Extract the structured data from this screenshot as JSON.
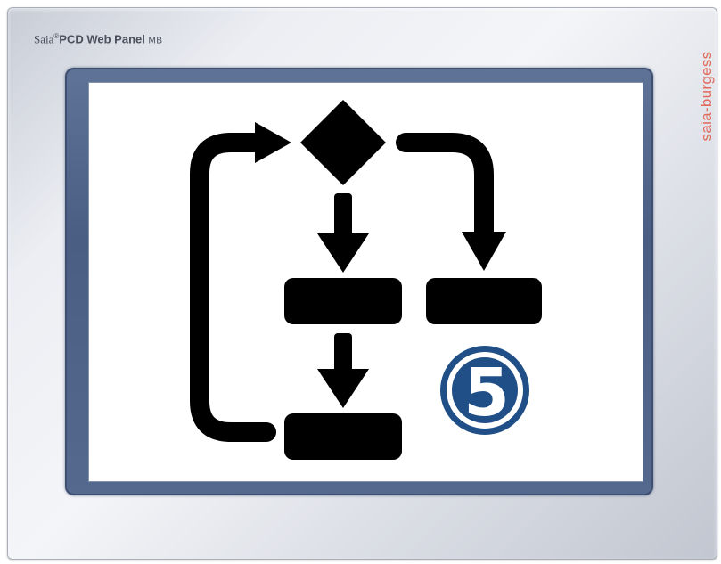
{
  "panel": {
    "brand_saia": "Saia",
    "brand_reg": "®",
    "brand_product": "PCD Web Panel",
    "brand_model": "MB",
    "side_brand": "saia-burgess"
  },
  "screen": {
    "icon_flowchart": "flowchart-icon",
    "icon_logo": "number-5-logo-icon",
    "logo_text": "5"
  },
  "colors": {
    "bezel": "#4a5d82",
    "side_brand": "#e06a5c",
    "flow_symbol": "#000000",
    "logo_blue": "#1f4f86"
  }
}
